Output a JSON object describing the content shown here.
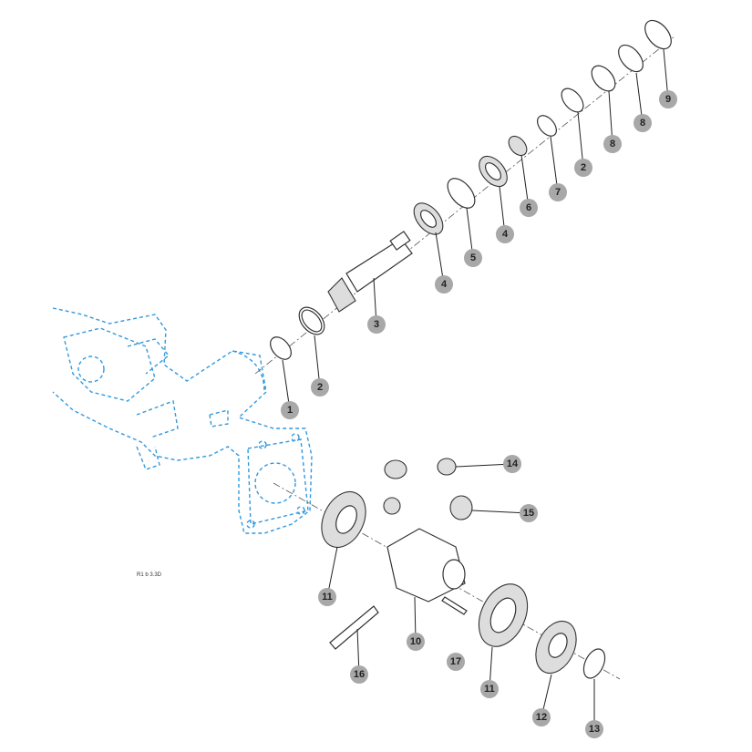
{
  "diagram": {
    "reference_code": "R1 b 3.3D",
    "callouts": [
      {
        "id": "c1",
        "label": "1"
      },
      {
        "id": "c2a",
        "label": "2"
      },
      {
        "id": "c3",
        "label": "3"
      },
      {
        "id": "c4a",
        "label": "4"
      },
      {
        "id": "c5",
        "label": "5"
      },
      {
        "id": "c4b",
        "label": "4"
      },
      {
        "id": "c6",
        "label": "6"
      },
      {
        "id": "c7",
        "label": "7"
      },
      {
        "id": "c2b",
        "label": "2"
      },
      {
        "id": "c8a",
        "label": "8"
      },
      {
        "id": "c8b",
        "label": "8"
      },
      {
        "id": "c9",
        "label": "9"
      },
      {
        "id": "c14",
        "label": "14"
      },
      {
        "id": "c15",
        "label": "15"
      },
      {
        "id": "c11a",
        "label": "11"
      },
      {
        "id": "c10",
        "label": "10"
      },
      {
        "id": "c17",
        "label": "17"
      },
      {
        "id": "c16",
        "label": "16"
      },
      {
        "id": "c11b",
        "label": "11"
      },
      {
        "id": "c12",
        "label": "12"
      },
      {
        "id": "c13",
        "label": "13"
      }
    ],
    "colors": {
      "housing": "#3399dd",
      "callout": "#a8a8a8"
    }
  }
}
